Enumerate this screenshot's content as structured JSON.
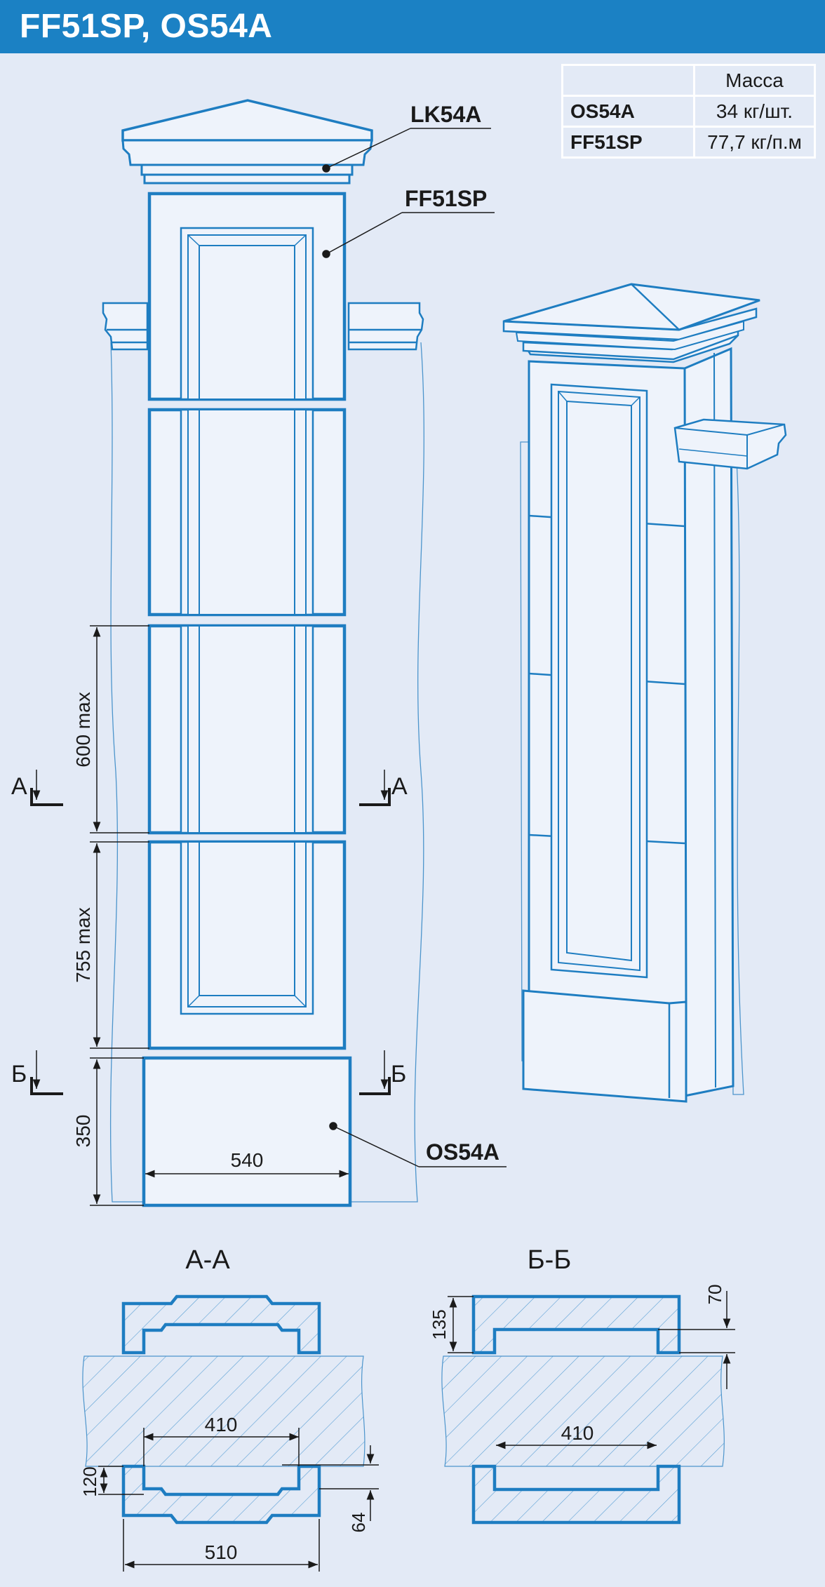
{
  "header": {
    "title": "FF51SP, OS54A"
  },
  "mass_table": {
    "header": [
      "",
      "Масса"
    ],
    "rows": [
      {
        "name": "OS54A",
        "value": "34 кг/шт."
      },
      {
        "name": "FF51SP",
        "value": "77,7 кг/п.м"
      }
    ]
  },
  "callouts": {
    "lk54a": "LK54A",
    "ff51sp": "FF51SP",
    "os54a": "OS54A"
  },
  "dimensions": {
    "d600": "600 max",
    "d755": "755 max",
    "d350": "350",
    "d540": "540",
    "d410a": "410",
    "d510": "510",
    "d120": "120",
    "d64": "64",
    "d135": "135",
    "d70": "70",
    "d410b": "410"
  },
  "section_marks": {
    "a": "А",
    "b": "Б"
  },
  "sections": {
    "aa": "А-А",
    "bb": "Б-Б"
  },
  "colors": {
    "header": "#1b81c4",
    "line": "#1e7dc1",
    "background": "#e3eaf6"
  }
}
